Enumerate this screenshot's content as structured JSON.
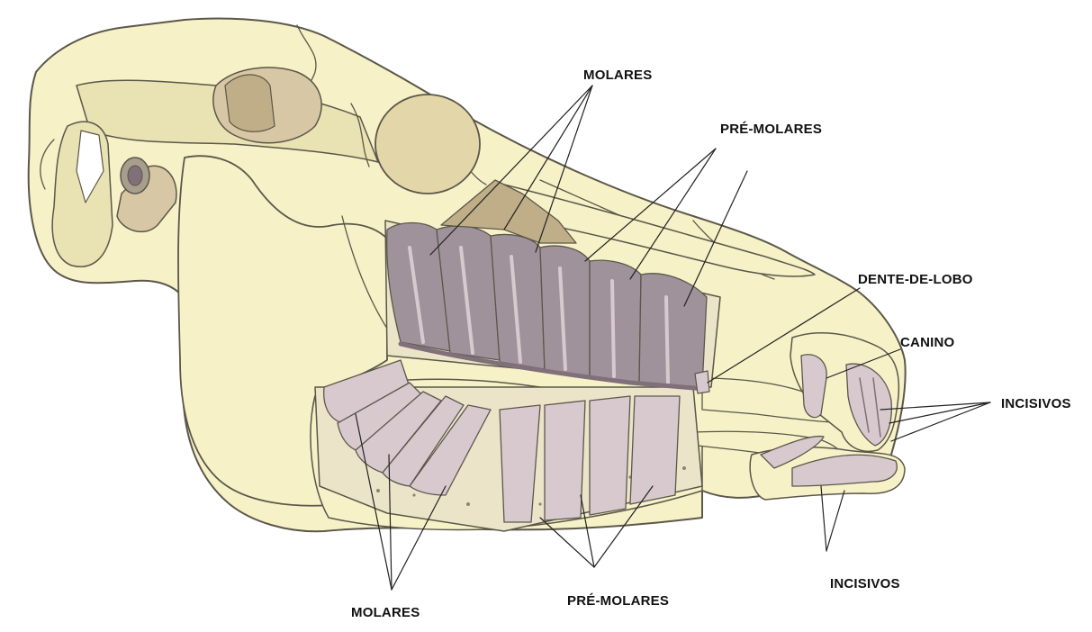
{
  "colors": {
    "bone": "#f6f1c7",
    "bone_dark": "#e9e2b2",
    "outline": "#5b574a",
    "tooth_upper": "#a0929b",
    "tooth_upper_dark": "#7f7079",
    "tooth_lower": "#d8c9cf",
    "tooth_lower_edge": "#b7a4ad",
    "cavity": "#d7c7a4",
    "orbit": "#e3d6a8",
    "spongy": "#8c8474"
  },
  "labels": {
    "molares_upper": "MOLARES",
    "premolares_upper": "PRÉ-MOLARES",
    "dente_de_lobo": "DENTE-DE-LOBO",
    "canino": "CANINO",
    "incisivos_right": "INCISIVOS",
    "incisivos_lower": "INCISIVOS",
    "premolares_lower": "PRÉ-MOLARES",
    "molares_lower": "MOLARES"
  }
}
